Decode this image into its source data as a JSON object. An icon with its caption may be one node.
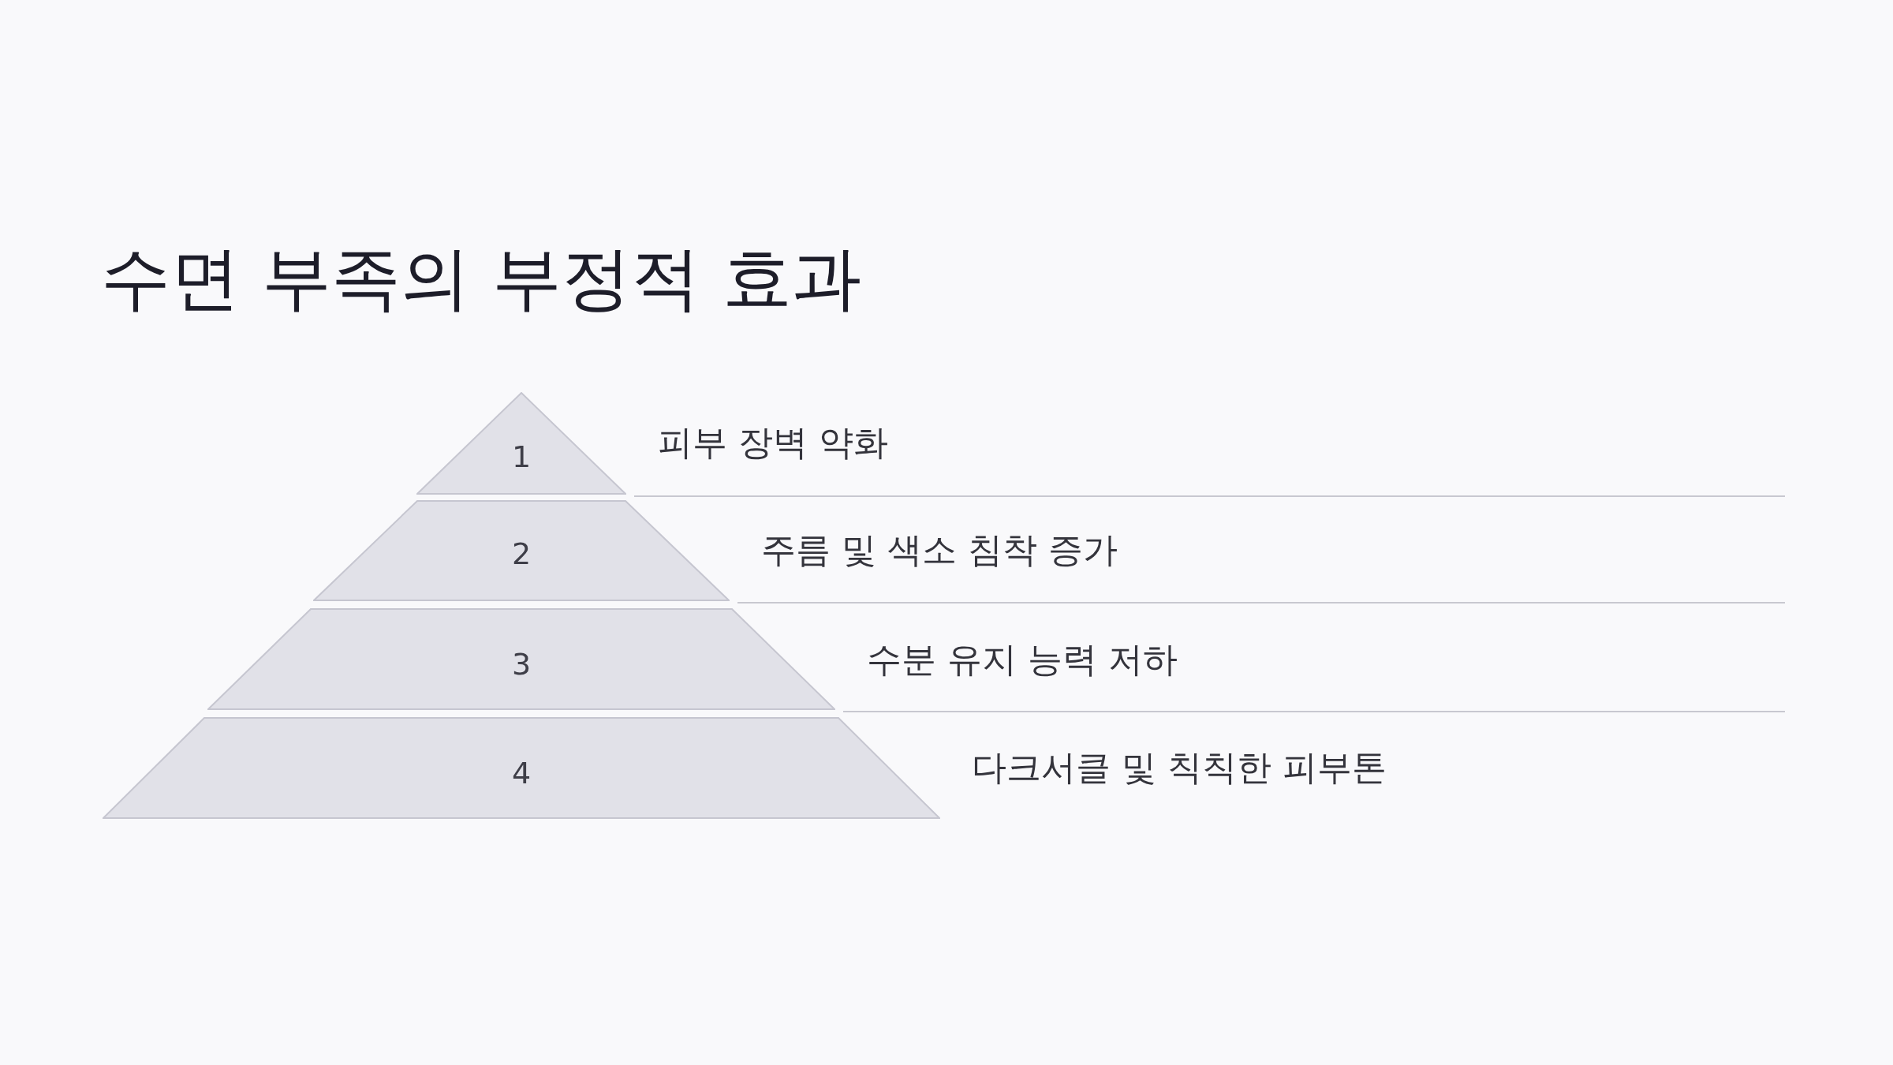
{
  "diagram": {
    "title": "수면 부족의 부정적 효과",
    "nodes": [
      {
        "text": [
          "1"
        ],
        "beside": [
          "피부 장벽 약화"
        ]
      },
      {
        "text": [
          "2"
        ],
        "beside": [
          "주름 및 색소 침착 증가"
        ]
      },
      {
        "text": [
          "3"
        ],
        "beside": [
          "수분 유지 능력 저하"
        ]
      },
      {
        "text": [
          "4"
        ],
        "beside": [
          "다크서클 및 칙칙한 피부톤"
        ]
      }
    ]
  }
}
